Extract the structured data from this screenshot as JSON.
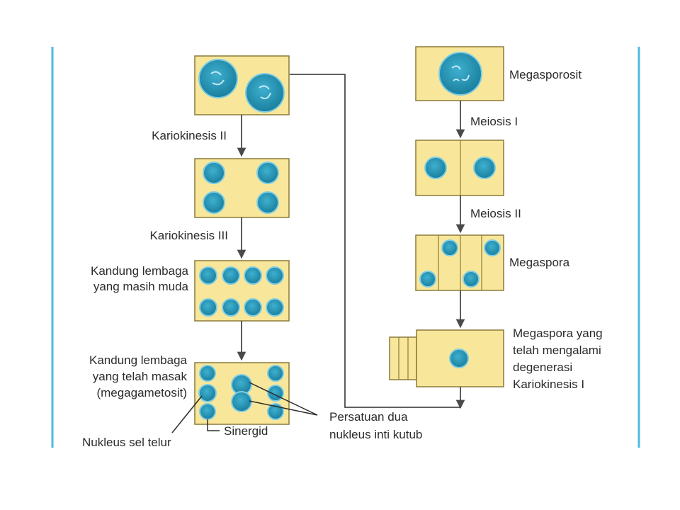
{
  "colors": {
    "panel_border": "#4fb9e0",
    "cell_fill": "#f8e79a",
    "cell_stroke": "#8a7a3a",
    "nucleus_fill": "#1f8fb0",
    "nucleus_ring": "#7fcde4",
    "arrow": "#4a4a4a"
  },
  "left_column": {
    "kariokinesis_2": "Kariokinesis II",
    "kariokinesis_3": "Kariokinesis III",
    "young_sac_line1": "Kandung lembaga",
    "young_sac_line2": "yang masih muda",
    "mature_sac_line1": "Kandung lembaga",
    "mature_sac_line2": "yang telah masak",
    "mature_sac_line3": "(megagametosit)"
  },
  "right_column": {
    "megasporocyte": "Megasporosit",
    "meiosis_1": "Meiosis I",
    "meiosis_2": "Meiosis II",
    "megaspore": "Megaspora",
    "degenerated_line1": "Megaspora yang",
    "degenerated_line2": "telah mengalami",
    "degenerated_line3": "degenerasi",
    "degenerated_line4": "Kariokinesis I"
  },
  "annotations": {
    "egg_nucleus": "Nukleus sel telur",
    "synergid": "Sinergid",
    "polar_fusion_line1": "Persatuan dua",
    "polar_fusion_line2": "nukleus inti kutub"
  }
}
